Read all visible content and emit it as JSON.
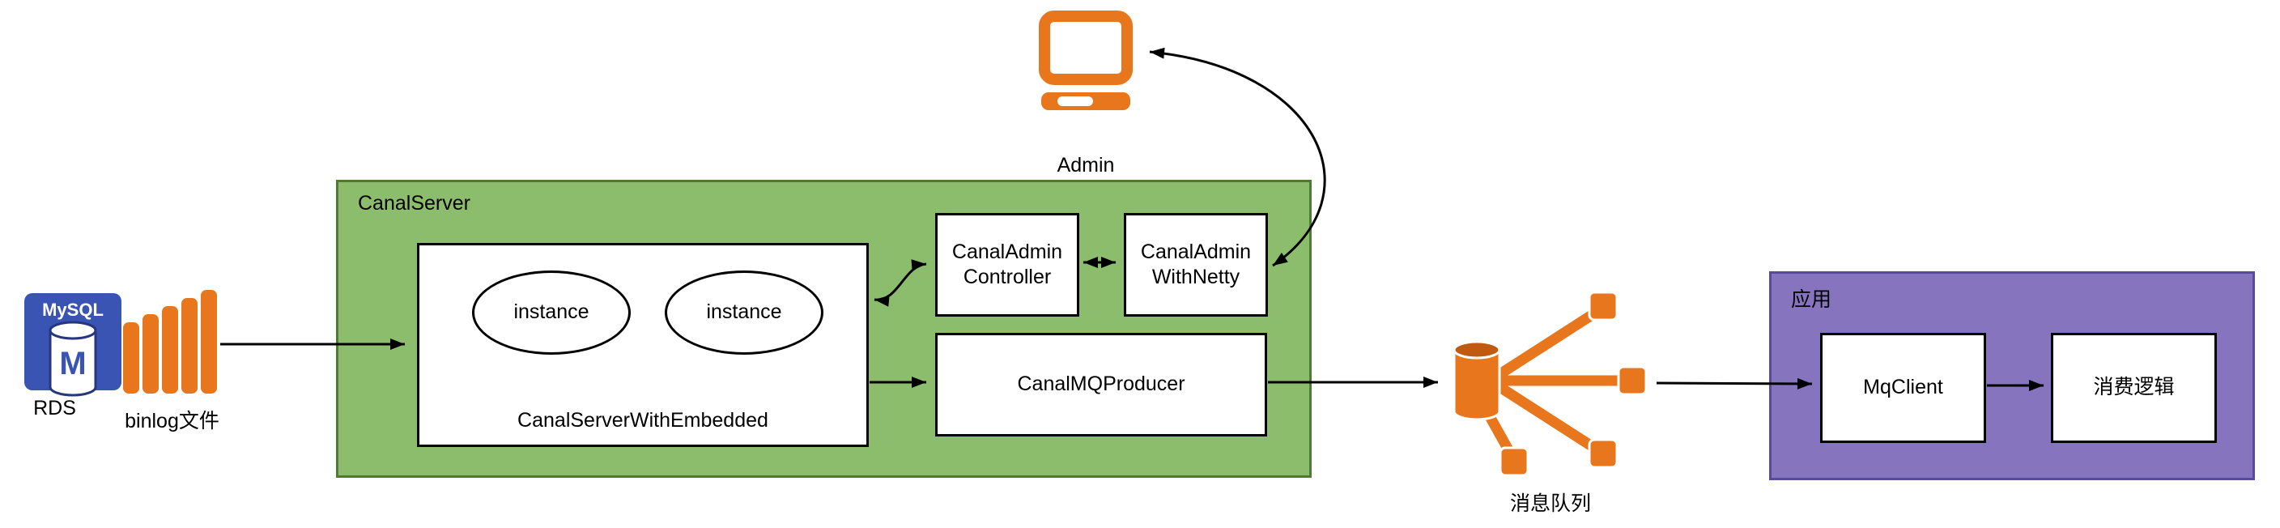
{
  "colors": {
    "green-fill": "#8CBD6C",
    "green-stroke": "#4F7A33",
    "purple-fill": "#8674BE",
    "purple-stroke": "#5A4A9E",
    "orange": "#E8761D",
    "orange-dark": "#C05A10",
    "blue": "#3A54B4",
    "blue-dark": "#26377E",
    "arrow": "#000000"
  },
  "nodes": {
    "rds": {
      "title": "MySQL",
      "db_letter": "M",
      "label": "RDS"
    },
    "binlog": {
      "label": "binlog文件"
    },
    "canal_server": {
      "label": "CanalServer"
    },
    "embedded": {
      "label": "CanalServerWithEmbedded",
      "instances": [
        "instance",
        "instance"
      ]
    },
    "canal_admin_controller": {
      "label": "CanalAdmin\nController"
    },
    "canal_admin_with_netty": {
      "label": "CanalAdmin\nWithNetty"
    },
    "canal_mq_producer": {
      "label": "CanalMQProducer"
    },
    "admin": {
      "label": "Admin"
    },
    "message_queue": {
      "label": "消息队列"
    },
    "app": {
      "label": "应用"
    },
    "mq_client": {
      "label": "MqClient"
    },
    "consume_logic": {
      "label": "消费逻辑"
    }
  }
}
